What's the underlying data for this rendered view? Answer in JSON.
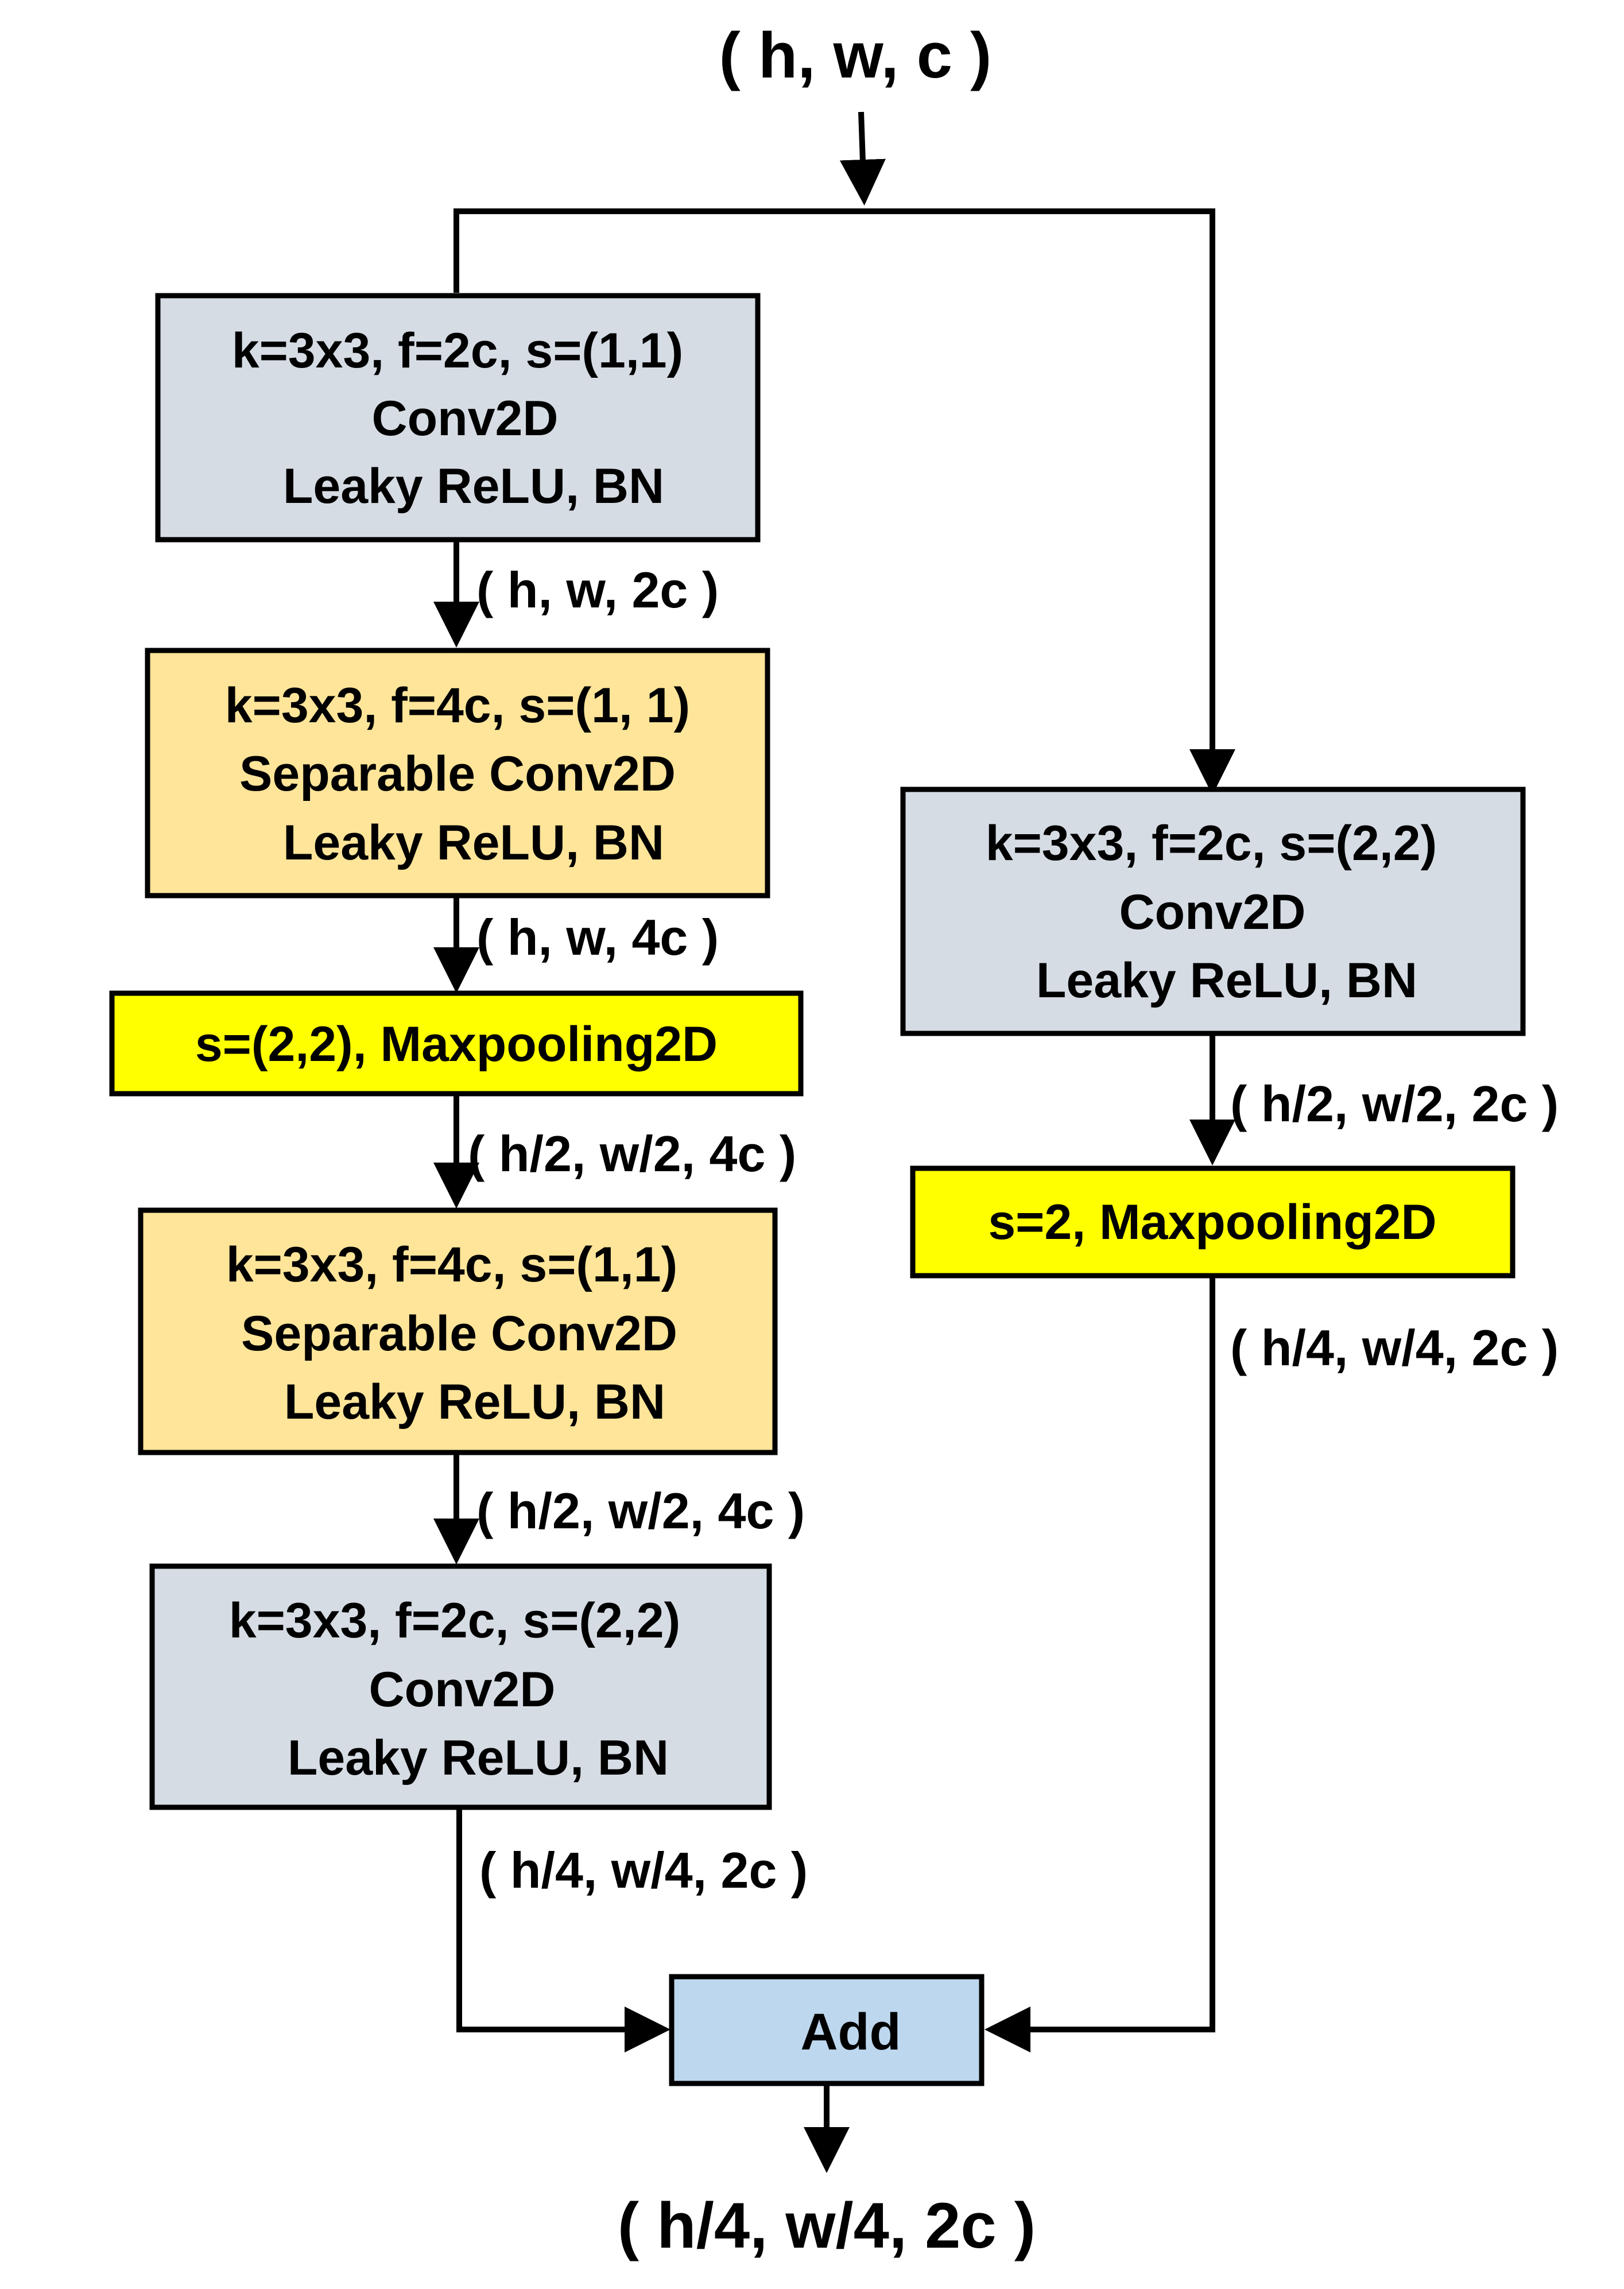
{
  "colors": {
    "conv": "#d6dce4",
    "sepconv": "#ffe599",
    "pool": "#ffff00",
    "add": "#bdd7ee",
    "line": "#000000"
  },
  "input_label": "( h, w, c )",
  "output_label": "( h/4, w/4, 2c )",
  "left_branch": {
    "conv1": {
      "params": "k=3x3, f=2c, s=(1,1)",
      "op": "Conv2D",
      "act": "Leaky ReLU, BN"
    },
    "shape1": "( h, w, 2c )",
    "sepconv1": {
      "params": "k=3x3, f=4c, s=(1, 1)",
      "op": "Separable Conv2D",
      "act": "Leaky ReLU, BN"
    },
    "shape2": "( h, w, 4c )",
    "pool": {
      "label": "s=(2,2), Maxpooling2D"
    },
    "shape3": "( h/2, w/2, 4c )",
    "sepconv2": {
      "params": "k=3x3, f=4c, s=(1,1)",
      "op": "Separable Conv2D",
      "act": "Leaky ReLU, BN"
    },
    "shape4": "( h/2, w/2, 4c )",
    "conv2": {
      "params": "k=3x3, f=2c, s=(2,2)",
      "op": "Conv2D",
      "act": "Leaky ReLU, BN"
    },
    "shape5": "( h/4, w/4, 2c )"
  },
  "right_branch": {
    "conv": {
      "params": "k=3x3, f=2c, s=(2,2)",
      "op": "Conv2D",
      "act": "Leaky ReLU, BN"
    },
    "shape1": "( h/2, w/2, 2c )",
    "pool": {
      "label": "s=2, Maxpooling2D"
    },
    "shape2": "( h/4, w/4, 2c )"
  },
  "add_node": {
    "label": "Add"
  }
}
